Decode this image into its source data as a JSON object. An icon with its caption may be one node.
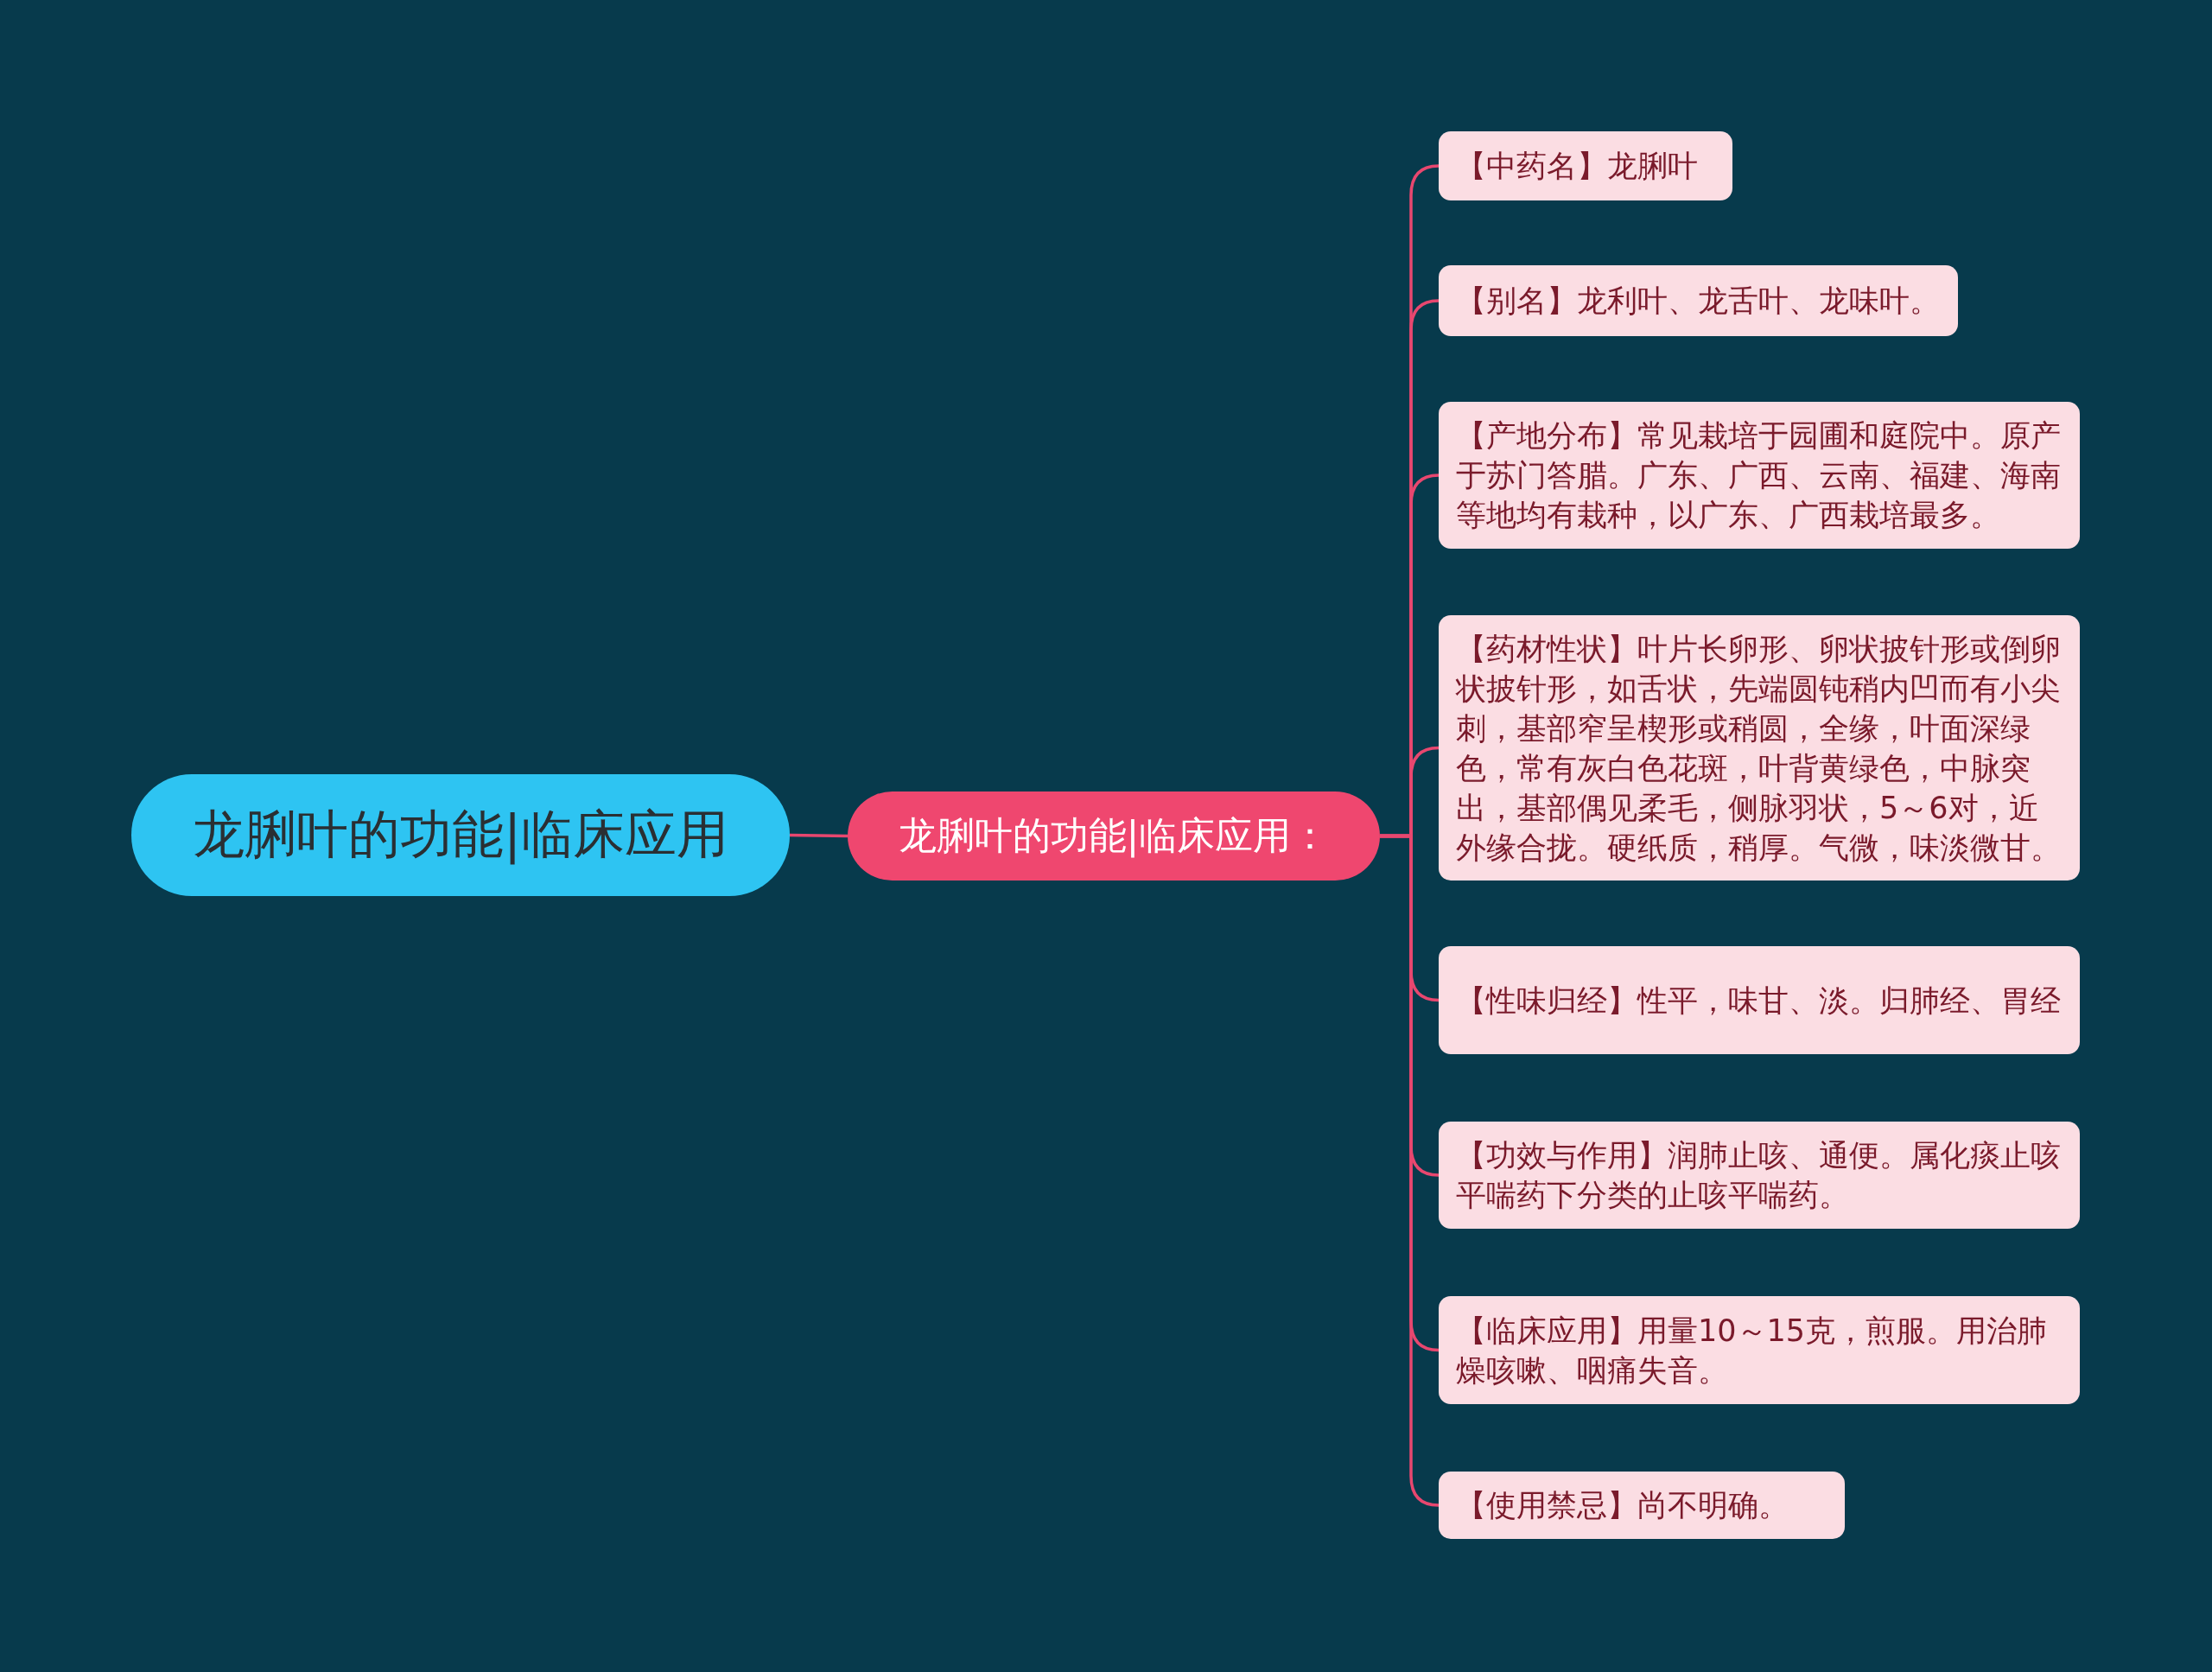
{
  "diagram": {
    "nodes": [
      {
        "text": [
          "龙脷叶的功能|临床应用"
        ]
      },
      {
        "text": [
          "龙脷叶的功能|临床应用："
        ]
      },
      {
        "text": [
          "【中药名】龙脷叶"
        ]
      },
      {
        "text": [
          "【别名】龙利叶、龙舌叶、龙味叶。"
        ]
      },
      {
        "text": [
          "【产地分布】常见栽培于园圃和庭院中。原产于苏门答腊。广东、广西、云南、福建、海南等地均有栽种，以广东、广西栽培最多。"
        ]
      },
      {
        "text": [
          "【药材性状】叶片长卵形、卵状披针形或倒卵状披针形，如舌状，先端圆钝稍内凹而有小尖刺，基部窄呈楔形或稍圆，全缘，叶面深绿色，常有灰白色花斑，叶背黄绿色，中脉突出，基部偶见柔毛，侧脉羽状，5～6对，近外缘合拢。硬纸质，稍厚。气微，味淡微甘。"
        ]
      },
      {
        "text": [
          "【性味归经】性平，味甘、淡。归肺经、胃经"
        ]
      },
      {
        "text": [
          "【功效与作用】润肺止咳、通便。属化痰止咳平喘药下分类的止咳平喘药。"
        ]
      },
      {
        "text": [
          "【临床应用】用量10～15克，煎服。用治肺燥咳嗽、咽痛失音。"
        ]
      },
      {
        "text": [
          "【使用禁忌】尚不明确。"
        ]
      }
    ],
    "edges": [
      {
        "from": 0,
        "to": 1,
        "arrow": "none"
      },
      {
        "from": 1,
        "to": 2,
        "arrow": "none"
      },
      {
        "from": 1,
        "to": 3,
        "arrow": "none"
      },
      {
        "from": 1,
        "to": 4,
        "arrow": "none"
      },
      {
        "from": 1,
        "to": 5,
        "arrow": "none"
      },
      {
        "from": 1,
        "to": 6,
        "arrow": "none"
      },
      {
        "from": 1,
        "to": 7,
        "arrow": "none"
      },
      {
        "from": 1,
        "to": 8,
        "arrow": "none"
      },
      {
        "from": 1,
        "to": 9,
        "arrow": "none"
      }
    ]
  }
}
